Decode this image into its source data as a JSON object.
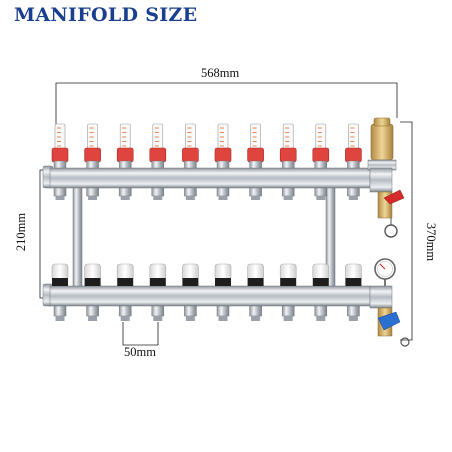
{
  "title": "MANIFOLD SIZE",
  "dimensions": {
    "width_total": "568mm",
    "height_between_bars": "210mm",
    "height_total": "370mm",
    "port_spacing": "50mm"
  },
  "manifold": {
    "flowmeter_count": 10,
    "valve_cap_count": 10,
    "colors": {
      "pipe": "#c9ced3",
      "flowmeter_red": "#e0443f",
      "handle_red": "#d42a2a",
      "drain_blue": "#2b6fd0",
      "brass": "#d8b36a",
      "cap_white": "#f4f4f4",
      "title_blue": "#1a3f8f"
    }
  }
}
